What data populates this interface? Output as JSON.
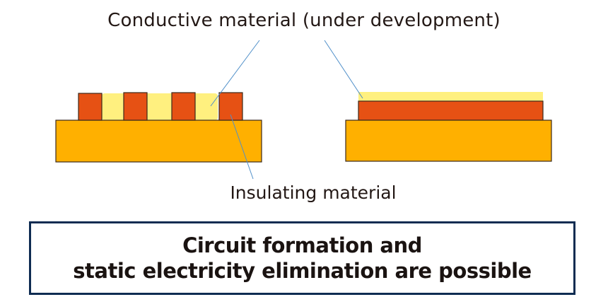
{
  "labels": {
    "conductive": "Conductive material (under development)",
    "insulating": "Insulating material"
  },
  "result": {
    "line1": "Circuit formation and",
    "line2": "static electricity elimination are possible"
  },
  "colors": {
    "substrate": "#ffb000",
    "conductor_fill": "#fff07f",
    "circuit": "#e65114",
    "leader_line": "#4f8fc9",
    "box_border": "#0f2c52"
  },
  "diagrams": [
    {
      "name": "patterned-circuit",
      "circuit_blocks": 4
    },
    {
      "name": "full-coating",
      "circuit_blocks": 1
    }
  ]
}
